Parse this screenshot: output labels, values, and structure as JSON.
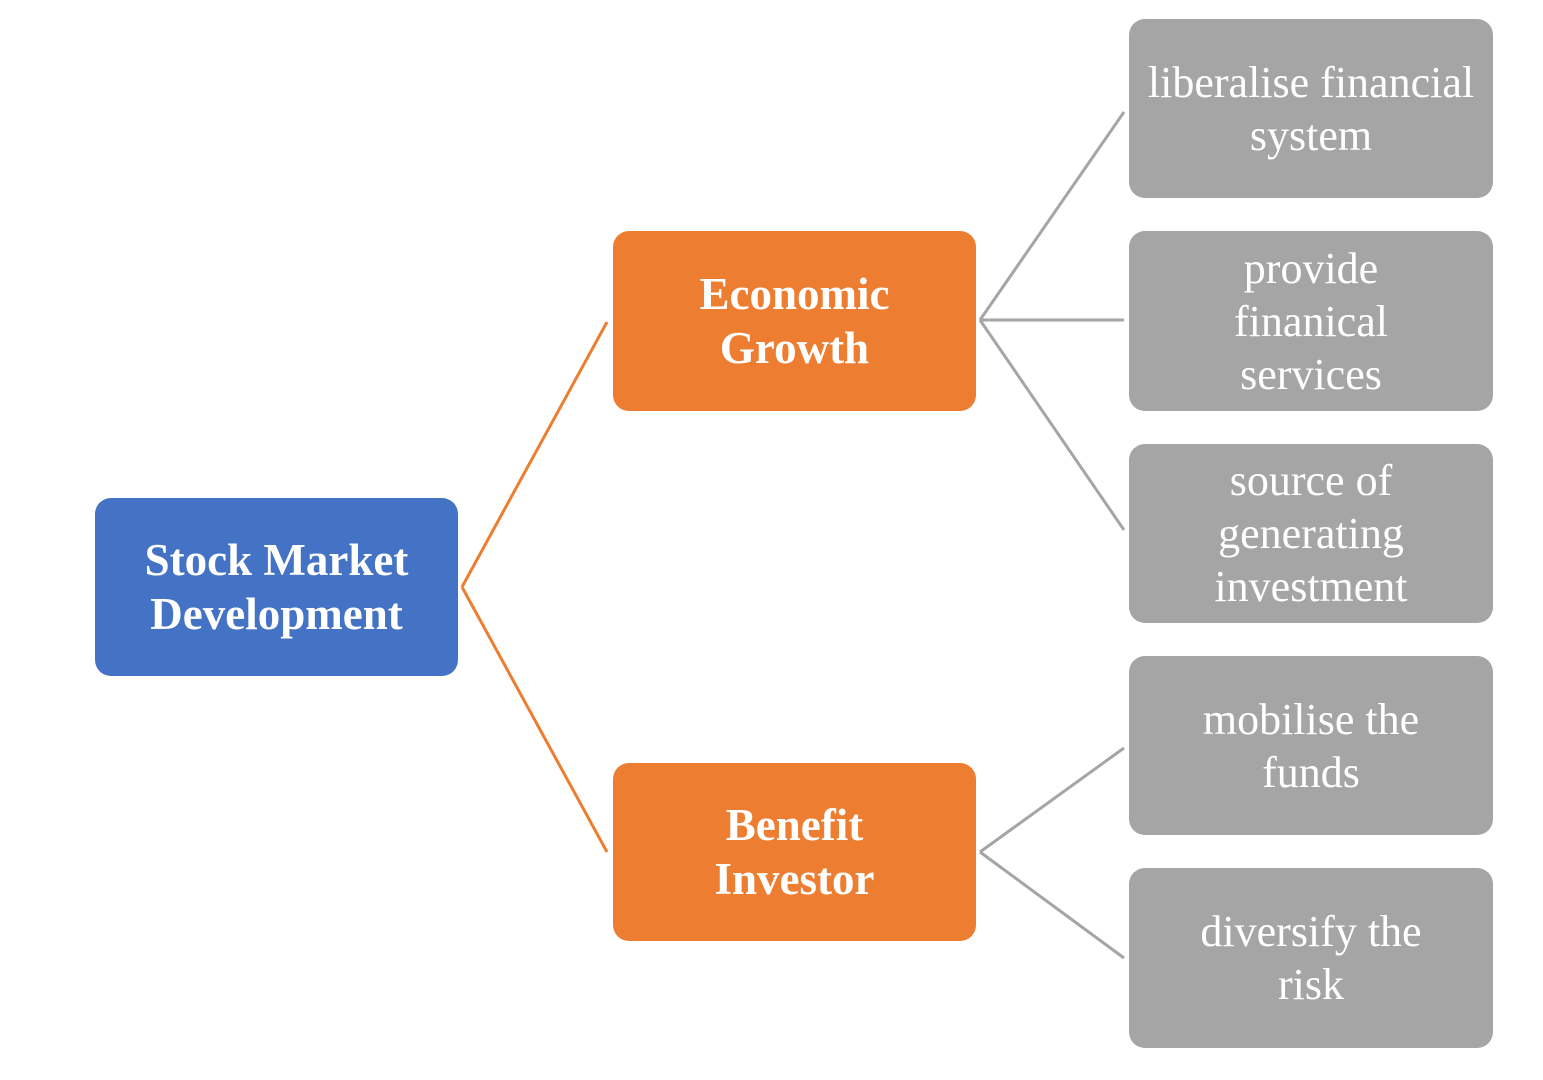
{
  "colors": {
    "root": "#4472C4",
    "branch": "#ED7D31",
    "leaf": "#A5A5A5",
    "branch_line": "#ED7D31",
    "leaf_line": "#A5A5A5"
  },
  "root": {
    "label": "Stock Market Development"
  },
  "branches": [
    {
      "label": "Economic Growth",
      "children": [
        "liberalise financial system",
        "provide finanical services",
        "source of generating investment"
      ]
    },
    {
      "label": "Benefit Investor",
      "children": [
        "mobilise the funds",
        "diversify the risk"
      ]
    }
  ]
}
